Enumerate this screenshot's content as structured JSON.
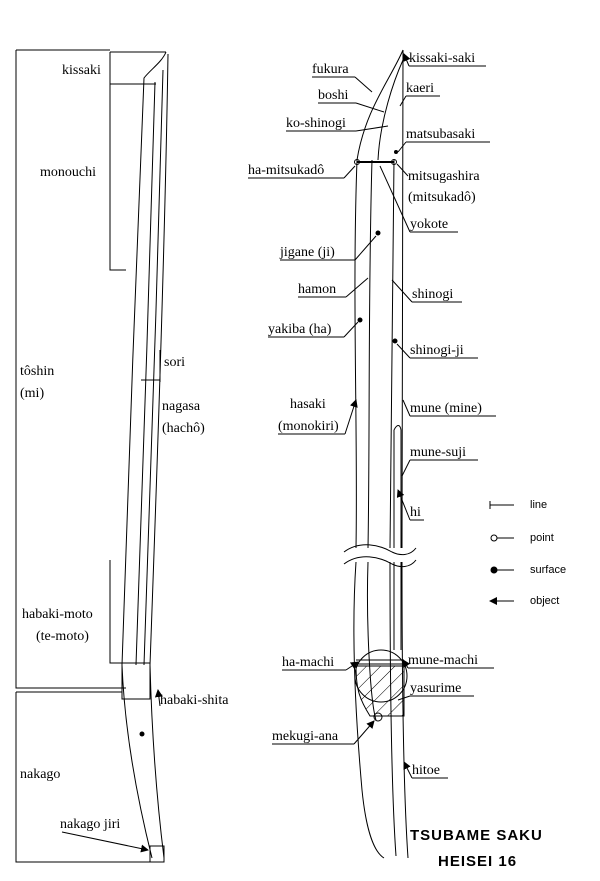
{
  "left_labels": {
    "kissaki": "kissaki",
    "monouchi": "monouchi",
    "toshin_1": "tôshin",
    "toshin_2": "(mi)",
    "sori": "sori",
    "nagasa_1": "nagasa",
    "nagasa_2": "(hachô)",
    "habaki_moto_1": "habaki-moto",
    "habaki_moto_2": "(te-moto)",
    "habaki_shita": "habaki-shita",
    "nakago": "nakago",
    "nakago_jiri": "nakago jiri"
  },
  "right_labels": {
    "fukura": "fukura",
    "boshi": "boshi",
    "ko_shinogi": "ko-shinogi",
    "ha_mitsukado": "ha-mitsukadô",
    "jigane": "jigane (ji)",
    "hamon": "hamon",
    "yakiba": "yakiba (ha)",
    "hasaki_1": "hasaki",
    "hasaki_2": "(monokiri)",
    "ha_machi": "ha-machi",
    "mekugi_ana": "mekugi-ana",
    "kissaki_saki": "kissaki-saki",
    "kaeri": "kaeri",
    "matsubasaki": "matsubasaki",
    "mitsugashira_1": "mitsugashira",
    "mitsugashira_2": "(mitsukadô)",
    "yokote": "yokote",
    "shinogi": "shinogi",
    "shinogi_ji": "shinogi-ji",
    "mune": "mune (mine)",
    "mune_suji": "mune-suji",
    "hi": "hi",
    "mune_machi": "mune-machi",
    "yasurime": "yasurime",
    "hitoe": "hitoe"
  },
  "legend": {
    "line": "line",
    "point": "point",
    "surface": "surface",
    "object": "object"
  },
  "signature": {
    "line1": "TSUBAME SAKU",
    "line2": "HEISEI 16"
  }
}
